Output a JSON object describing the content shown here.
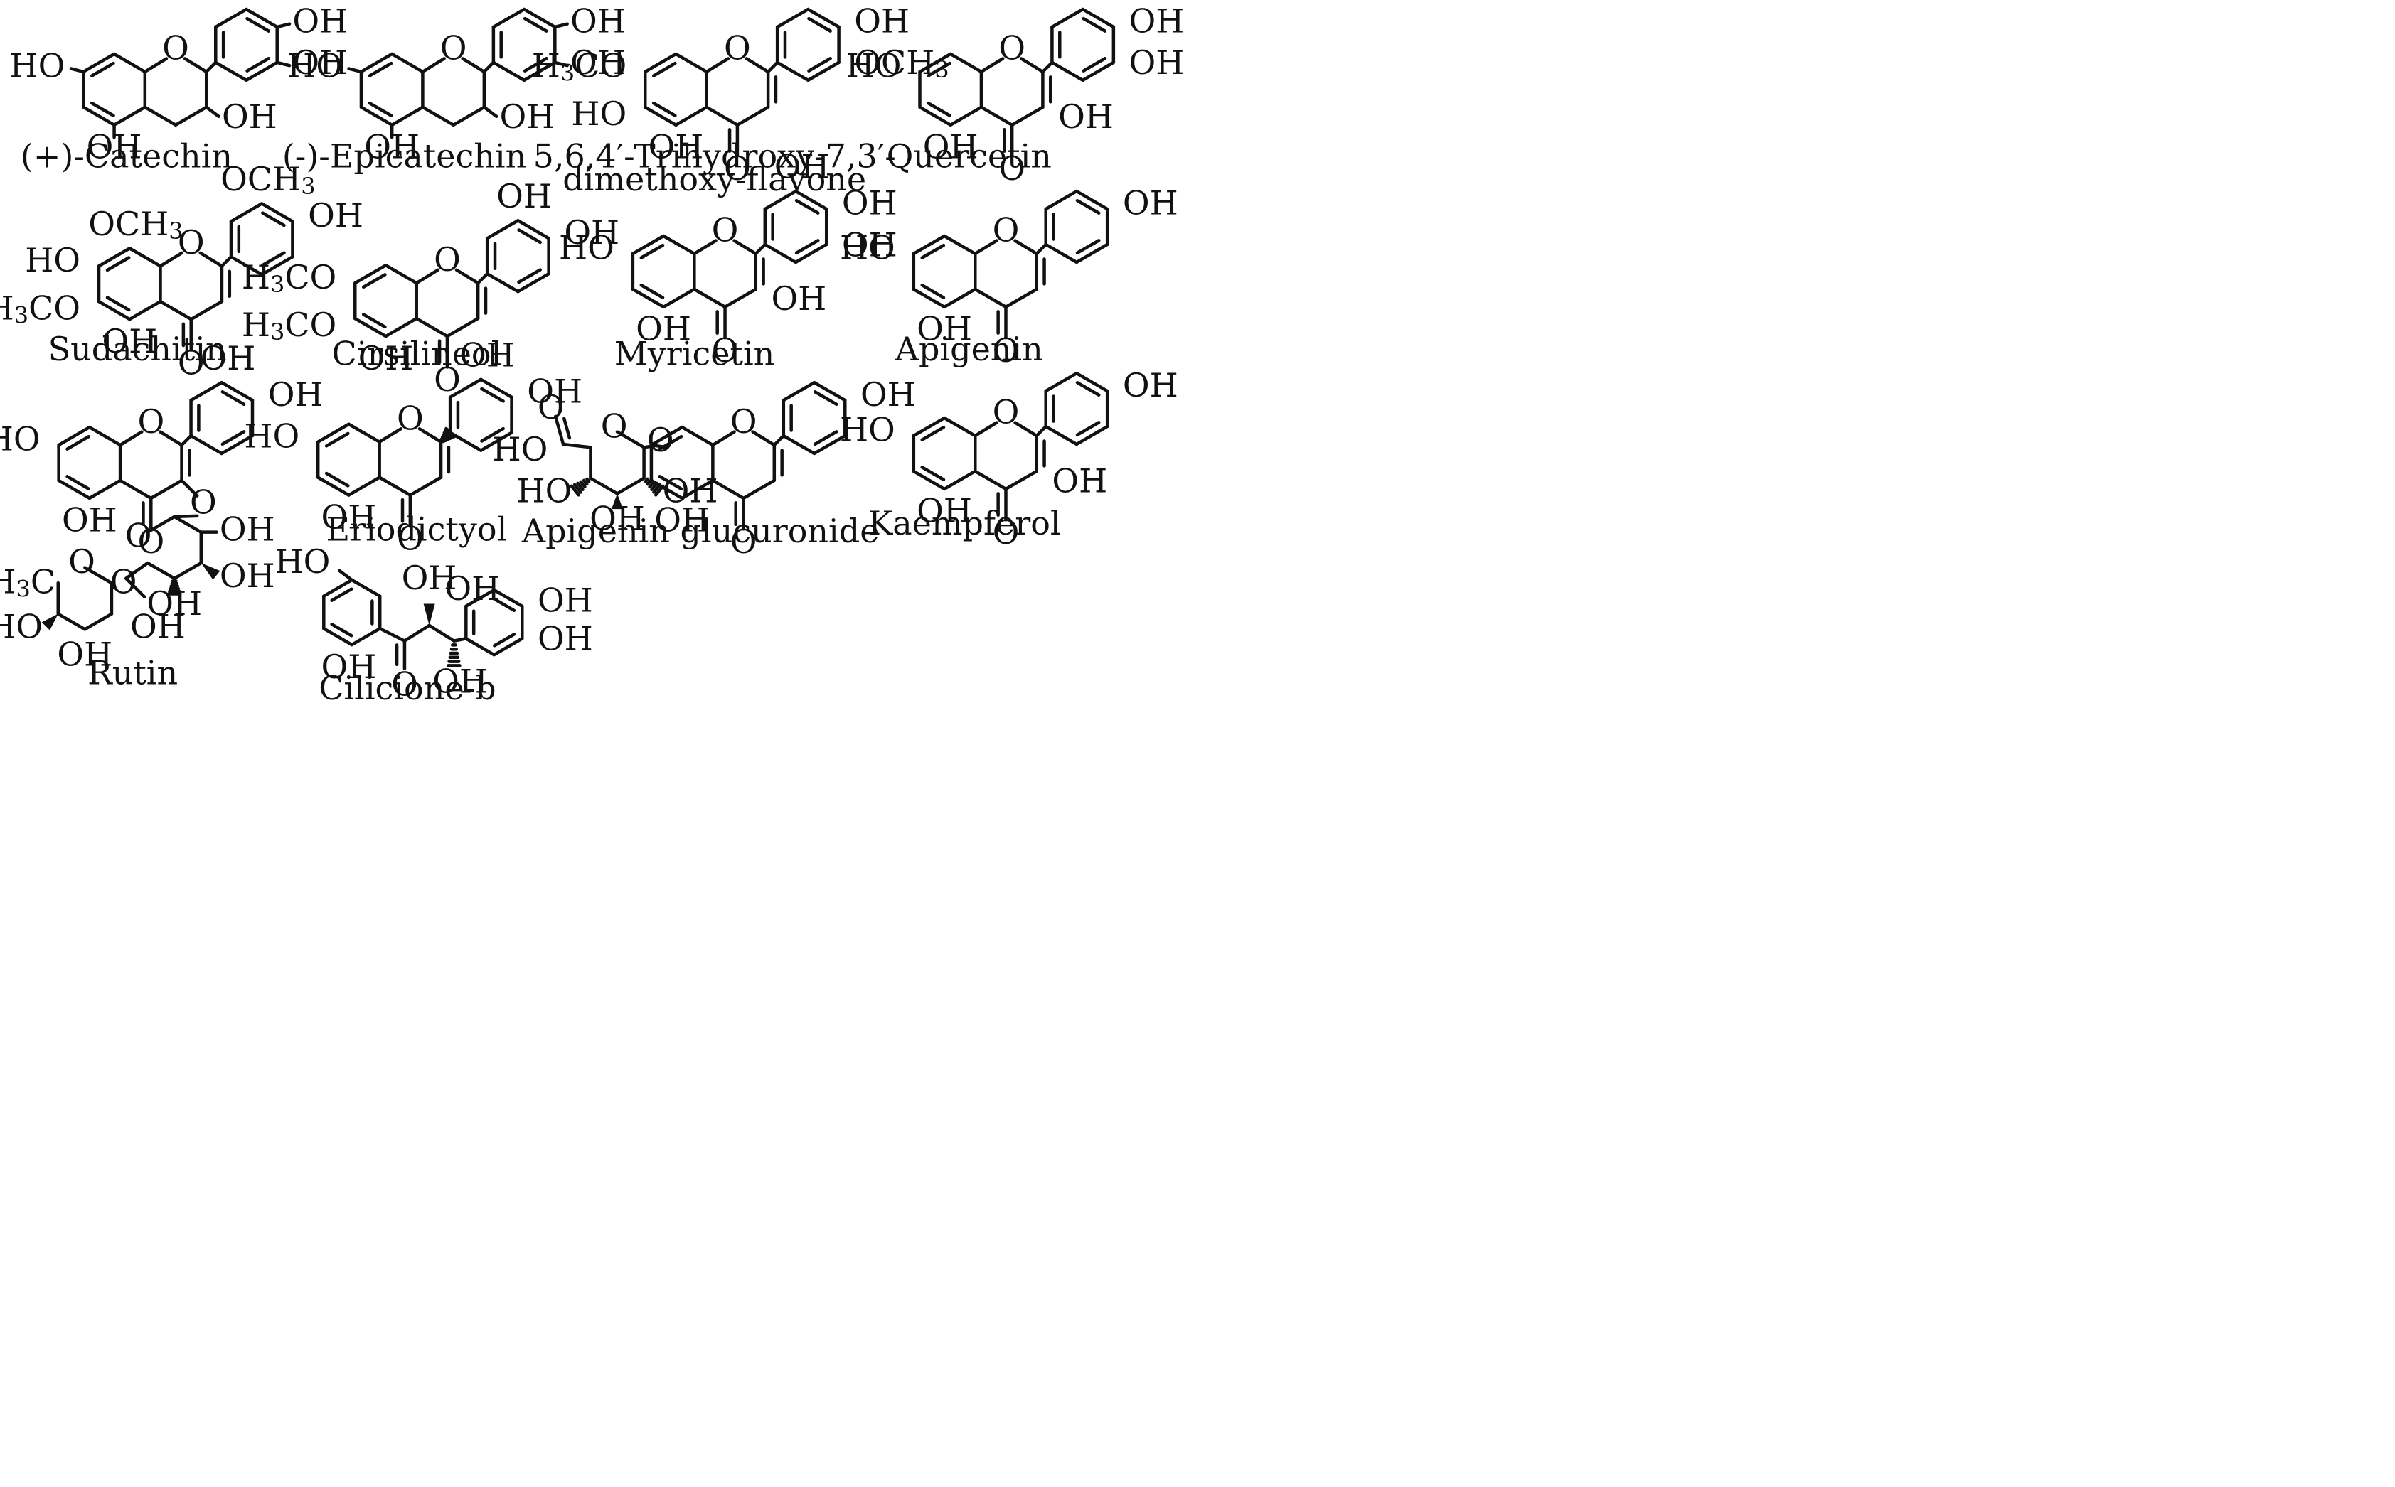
{
  "compounds": [
    {
      "id": "c1",
      "name": "(+)-Catechin",
      "labels": {
        "ho7": "HO",
        "o1": "O",
        "oh3a": "OH",
        "oh4a": "OH",
        "oh3": "OH",
        "oh5": "OH"
      }
    },
    {
      "id": "c2",
      "name": "(-)-Epicatechin",
      "labels": {
        "ho7": "HO",
        "o1": "O",
        "oh3a": "OH",
        "oh4a": "OH",
        "oh3": "OH",
        "oh5": "OH"
      }
    },
    {
      "id": "c3",
      "name_line1": "5,6,4′-Trihydroxy-7,3′-",
      "name_line2": "dimethoxy-flavone",
      "labels": {
        "h3co7": "H3CO",
        "ho6": "HO",
        "o1": "O",
        "oh4a": "OH",
        "och3a": "OCH3",
        "oh5": "OH",
        "o4": "O"
      }
    },
    {
      "id": "c4",
      "name": "Quercetin",
      "labels": {
        "ho7": "HO",
        "o1": "O",
        "oh4a": "OH",
        "oh3a": "OH",
        "oh3": "OH",
        "oh5": "OH",
        "o4": "O"
      }
    },
    {
      "id": "c5",
      "name": "Sudachitin",
      "labels": {
        "och3a": "OCH3",
        "oh4a": "OH",
        "och3_8": "OCH3",
        "ho7": "HO",
        "o1": "O",
        "h3co6": "H3CO",
        "oh5": "OH",
        "o4": "O"
      }
    },
    {
      "id": "c6",
      "name": "Cirsilineol",
      "labels": {
        "oh3a": "OH",
        "oh4a": "OH",
        "h3co7": "H3CO",
        "o1": "O",
        "h3co6": "H3CO",
        "oh5": "OH",
        "o4": "O"
      }
    },
    {
      "id": "c7",
      "name": "Myricetin",
      "labels": {
        "oh3a": "OH",
        "oh4a": "OH",
        "oh5a": "OH",
        "ho7": "HO",
        "o1": "O",
        "oh3": "OH",
        "oh5": "OH",
        "o4": "O"
      }
    },
    {
      "id": "c8",
      "name": "Apigenin",
      "labels": {
        "oh4a": "OH",
        "ho7": "HO",
        "o1": "O",
        "oh5": "OH",
        "o4": "O"
      }
    },
    {
      "id": "c9",
      "name": "Rutin",
      "labels": {
        "oh3a": "OH",
        "oh4a": "OH",
        "ho7": "HO",
        "o1": "O",
        "o3": "O",
        "oh5": "OH",
        "o4": "O",
        "og": "O",
        "oh2g": "OH",
        "oh3g": "OH",
        "oh4g": "OH",
        "o6g": "O",
        "h3c": "H3C",
        "or": "O",
        "ho4r": "HO",
        "oh2r": "OH",
        "oh3r": "OH"
      }
    },
    {
      "id": "c10",
      "name": "Eriodictyol",
      "labels": {
        "oh3a": "OH",
        "oh4a": "OH",
        "ho7": "HO",
        "o1": "O",
        "oh5": "OH",
        "o4": "O"
      }
    },
    {
      "id": "c11",
      "name": "Apigenin glucuronide",
      "labels": {
        "oh4a": "OH",
        "o_acid": "O",
        "ho_acid": "HO",
        "o_ring": "O",
        "o_link": "O",
        "o1": "O",
        "ho3g": "HO",
        "oh2g": "OH",
        "oh4g": "OH",
        "oh5": "OH",
        "o4": "O"
      }
    },
    {
      "id": "c12",
      "name": "Kaempferol",
      "labels": {
        "oh4a": "OH",
        "ho7": "HO",
        "o1": "O",
        "oh3": "OH",
        "oh5": "OH",
        "o4": "O"
      }
    },
    {
      "id": "c13",
      "name": "Cilicione-b",
      "labels": {
        "ho4": "HO",
        "oh2": "OH",
        "oha": "OH",
        "oh3b": "OH",
        "oh4b": "OH",
        "oh6": "OH",
        "o_k": "O",
        "ohb": "OH"
      }
    }
  ]
}
